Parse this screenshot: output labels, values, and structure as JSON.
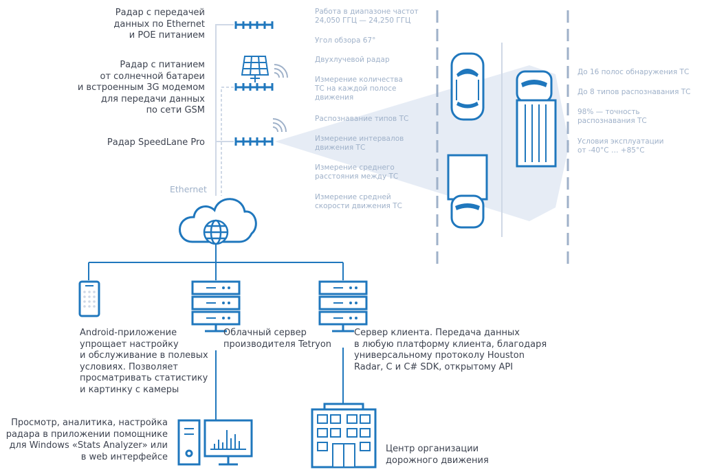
{
  "colors": {
    "primary": "#1f77bd",
    "light": "#cfd8e6",
    "muted": "#9fb1c9",
    "text": "#3d4350",
    "beam": "#e6ecf5"
  },
  "radars": {
    "ethernet_poe": "Радар с передачей\nданных по Ethernet\nи POE питанием",
    "solar_3g": "Радар с питанием\nот солнечной батареи\nи встроенным 3G модемом\nдля передачи данных\nпо сети GSM",
    "speedlane": "Радар SpeedLane Pro"
  },
  "ethernet_label": "Ethernet",
  "radar_features": [
    "Работа в диапазоне частот\n24,050 ГГЦ — 24,250 ГГЦ",
    "Угол обзора 67°",
    "Двухлучевой радар",
    "Измерение количества\nТС на каждой полосе\nдвижения",
    "Распознавание типов ТС",
    "Измерение  интервалов\nдвижения ТС",
    "Измерение среднего\nрасстояния между ТС",
    "Измерение средней\nскорости движения ТС"
  ],
  "detection_features": [
    "До 16 полос обнаружения ТС",
    "До 8 типов распознавания ТС",
    "98% — точность\nраспознавания ТС",
    "Условия эксплуатации\nот -40°С … +85°С"
  ],
  "nodes": {
    "android": "Android-приложение\nупрощает настройку\nи обслуживание в полевых\nусловиях. Позволяет\nпросматривать статистику\nи картинку с камеры",
    "cloud_server": "Облачный сервер\nпроизводителя Tetryon",
    "client_server": "Сервер клиента. Передача данных\nв любую платформу клиента, благодаря\nуниверсальному протоколу Houston\nRadar, C и C# SDK, открытому API",
    "windows_app": "Просмотр, аналитика, настройка\nрадара в приложении помощнике\nдля Windows «Stats Analyzer» или\nв web интерфейсе",
    "traffic_center": "Центр организации\nдорожного движения"
  }
}
